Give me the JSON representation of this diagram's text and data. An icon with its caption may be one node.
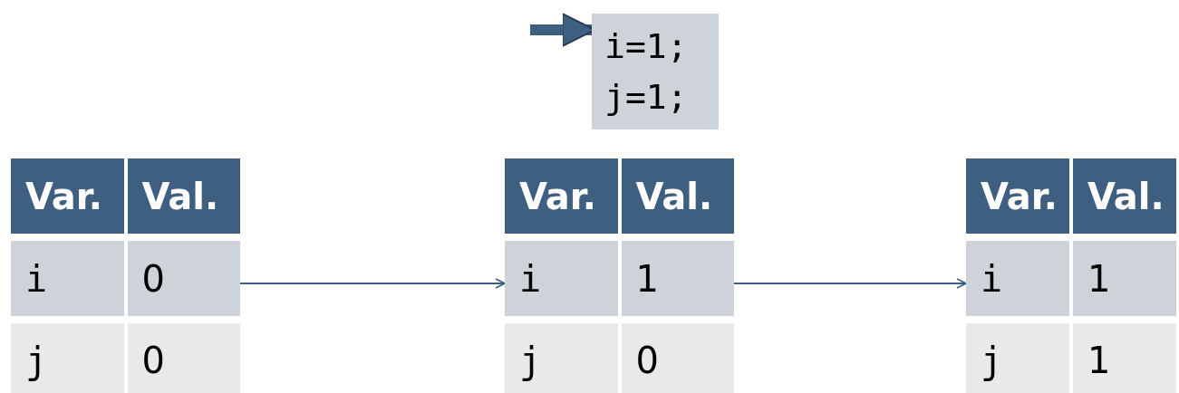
{
  "diagram": {
    "nodes": [
      {
        "text": [
          "i=1; j=1;"
        ]
      },
      {
        "text": [
          "Var.",
          "Val.",
          "i",
          "0",
          "j",
          "0"
        ]
      },
      {
        "text": [
          "Var.",
          "Val.",
          "i",
          "1",
          "j",
          "0"
        ]
      },
      {
        "text": [
          "Var.",
          "Val.",
          "i",
          "1",
          "j",
          "1"
        ]
      }
    ],
    "edges": [
      {
        "from": null,
        "to": 0,
        "arrow": "to",
        "style": "thick"
      },
      {
        "from": 1,
        "to": 2,
        "arrow": "to"
      },
      {
        "from": 2,
        "to": 3,
        "arrow": "to"
      }
    ]
  }
}
